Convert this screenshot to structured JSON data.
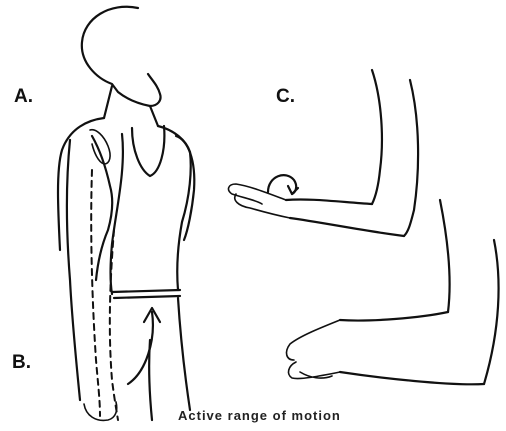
{
  "figure": {
    "labels": {
      "a": "A.",
      "b": "B.",
      "c": "C."
    },
    "caption": "Active range of motion"
  }
}
